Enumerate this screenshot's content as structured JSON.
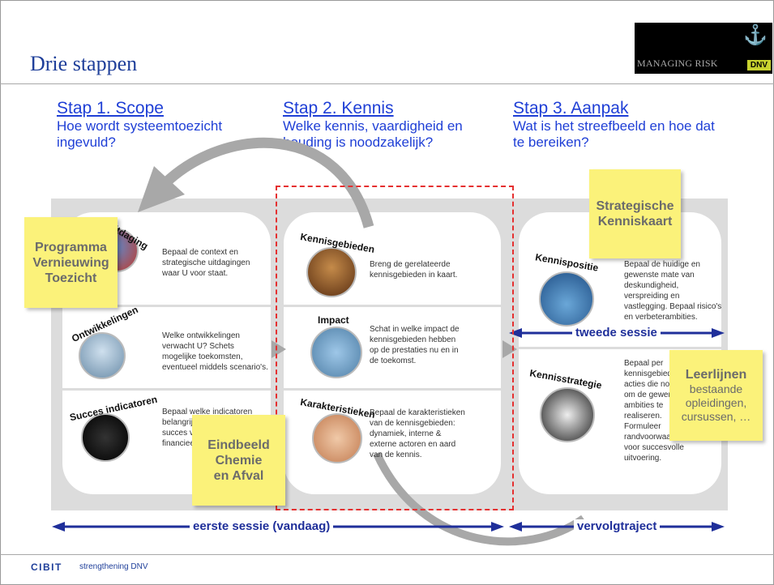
{
  "slide": {
    "title": "Drie stappen",
    "logo": {
      "text": "MANAGING RISK",
      "badge": "DNV"
    }
  },
  "steps": [
    {
      "heading": "Stap 1. Scope",
      "text": "Hoe wordt systeemtoezicht ingevuld?"
    },
    {
      "heading": "Stap 2. Kennis",
      "text": "Welke kennis, vaardigheid en houding is noodzakelijk?"
    },
    {
      "heading": "Stap 3. Aanpak",
      "text": "Wat is het streefbeeld en hoe dat te bereiken?"
    }
  ],
  "cards": {
    "scope": [
      {
        "label": "Uitdaging",
        "text": "Bepaal de context en strategische uitdagingen waar U voor staat."
      },
      {
        "label": "Ontwikkelingen",
        "text": "Welke ontwikkelingen verwacht U? Schets mogelijke toekomsten, eventueel middels scenario's."
      },
      {
        "label": "Succes indicatoren",
        "text": "Bepaal welke indicatoren belangrijk zijn voor het succes van U succes, financieel, innovatie."
      }
    ],
    "kennis": [
      {
        "label": "Kennisgebieden",
        "text": "Breng de gerelateerde kennisgebieden in kaart."
      },
      {
        "label": "Impact",
        "text": "Schat in welke impact de kennisgebieden hebben op de prestaties nu en in de toekomst."
      },
      {
        "label": "Karakteristieken",
        "text": "Bepaal de karakteristieken van de kennisgebieden: dynamiek, interne & externe actoren en aard van de kennis."
      }
    ],
    "aanpak": [
      {
        "label": "Kennispositie",
        "text": "Bepaal de huidige en gewenste mate van deskundigheid, verspreiding en vastlegging. Bepaal risico's en verbeterambities."
      },
      {
        "label": "Kennisstrategie",
        "text": "Bepaal per kennisgebied de acties die nodig zijn om de gewenste ambities te realiseren. Formuleer randvoorwaarden voor succesvolle uitvoering."
      }
    ]
  },
  "notes": {
    "programma": [
      "Programma",
      "Vernieuwing",
      "Toezicht"
    ],
    "eindbeeld": [
      "Eindbeeld",
      "Chemie",
      "en Afval"
    ],
    "strategische": [
      "Strategische",
      "Kenniskaart"
    ],
    "leerlijnen": {
      "title": "Leerlijnen",
      "sub": [
        "bestaande",
        "opleidingen,",
        "cursussen, …"
      ]
    }
  },
  "arrows": {
    "tweede": "tweede sessie",
    "eerste": "eerste sessie (vandaag)",
    "vervolg": "vervolgtraject"
  },
  "footer": {
    "brand": "CIBIT",
    "sub": "strengthening DNV"
  },
  "colors": {
    "title_blue": "#1f3f9a",
    "step_blue": "#1f3fd6",
    "arrow_blue": "#1f2f9a",
    "note_yellow": "#fbf27a",
    "dash_red": "#e53030",
    "panel_grey": "#dcdcdc"
  }
}
